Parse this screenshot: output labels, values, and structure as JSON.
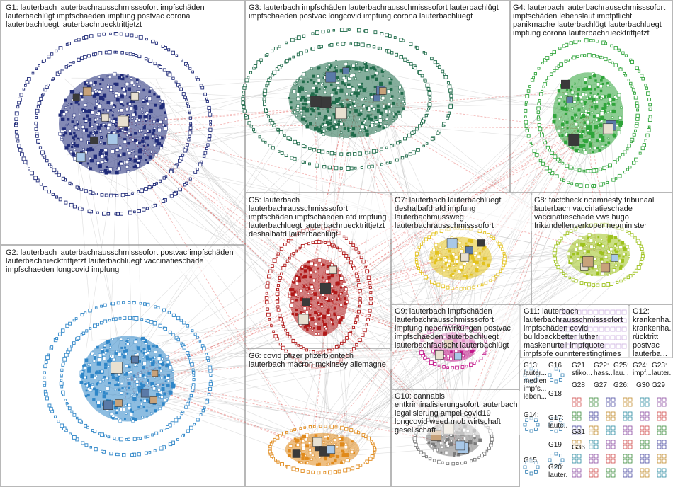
{
  "groups": [
    {
      "id": "G1",
      "label": "G1: lauterbach lauterbachrausschmisssofort impfschäden lauterbachlügt impfschaeden impfung postvac corona lauterbachluegt lauterbachruecktrittjetzt",
      "color": "#1f2a78"
    },
    {
      "id": "G2",
      "label": "G2: lauterbach lauterbachrausschmisssofort postvac impfschäden lauterbachruecktrittjetzt lauterbachluegt vaccinatieschade impfschaeden longcovid impfung",
      "color": "#2f86c8"
    },
    {
      "id": "G3",
      "label": "G3: lauterbach impfschäden lauterbachrausschmisssofort lauterbachlügt impfschaeden postvac longcovid impfung corona lauterbachluegt",
      "color": "#1f6b4a"
    },
    {
      "id": "G4",
      "label": "G4: lauterbach lauterbachrausschmisssofort impfschäden lebenslauf impfpflicht panikmache lauterbachlügt lauterbachluegt impfung corona lauterbachruecktrittjetzt",
      "color": "#2fa43a"
    },
    {
      "id": "G5",
      "label": "G5: lauterbach lauterbachrausschmisssofort impfschäden impfschaeden afd impfung lauterbachluegt lauterbachruecktrittjetzt deshalbafd lauterbachlügt",
      "color": "#b01818"
    },
    {
      "id": "G6",
      "label": "G6: covid pfizer pfizerbiontech lauterbach macron mckinsey allemagne",
      "color": "#e08a1c"
    },
    {
      "id": "G7",
      "label": "G7: lauterbach lauterbachluegt deshalbafd afd impfung lauterbachmussweg lauterbachrausschmisssofort",
      "color": "#e3c21e"
    },
    {
      "id": "G8",
      "label": "G8: factcheck noamnesty tribunaal lauterbach vaccinatieschade vaccinatieschade vws hugo frikandellenverkoper nepminister",
      "color": "#9ec21e"
    },
    {
      "id": "G9",
      "label": "G9: lauterbach impfschäden lauterbachrausschmisssofort impfung nebenwirkungen postvac impfschaeden lauterbachluegt lauterbachfaelscht lauterbachlügt",
      "color": "#c2188a"
    },
    {
      "id": "G10",
      "label": "G10: cannabis entkriminalisierungsofort lauterbach legalisierung ampel covid19 longcovid weed mob wirtschaft gesellschaft",
      "color": "#7a7a7a"
    },
    {
      "id": "G11",
      "label": "G11: lauterbach lauterbachrausschmisssofort impfschäden covid buildbackbetter luther maskenurteil impfquote impfspfe ounnterestingtimes",
      "color": "#9a5fc0"
    },
    {
      "id": "G12",
      "label": "G12: krankenha... krankenha... rücktritt postvac lauterba...",
      "color": "#5a5ab0"
    },
    {
      "id": "G13",
      "label": "G13: lauter... medien impfs... leben...",
      "color": "#444444"
    },
    {
      "id": "G14",
      "label": "G14:",
      "color": "#2a7ab0"
    },
    {
      "id": "G15",
      "label": "G15",
      "color": "#444444"
    },
    {
      "id": "G16",
      "label": "G16",
      "color": "#444444"
    },
    {
      "id": "G17",
      "label": "G17: laute...",
      "color": "#444444"
    },
    {
      "id": "G18",
      "label": "G18",
      "color": "#444444"
    },
    {
      "id": "G19",
      "label": "G19",
      "color": "#444444"
    },
    {
      "id": "G20",
      "label": "G20: lauter...",
      "color": "#444444"
    },
    {
      "id": "G21",
      "label": "G21 stiko...",
      "color": "#444444"
    },
    {
      "id": "G22",
      "label": "G22: hass...",
      "color": "#444444"
    },
    {
      "id": "G23",
      "label": "G23: lauter...",
      "color": "#444444"
    },
    {
      "id": "G24",
      "label": "G24: impf...",
      "color": "#444444"
    },
    {
      "id": "G25",
      "label": "G25: lau...",
      "color": "#444444"
    },
    {
      "id": "G26",
      "label": "G26:",
      "color": "#444444"
    },
    {
      "id": "G27",
      "label": "G27",
      "color": "#444444"
    },
    {
      "id": "G28",
      "label": "G28",
      "color": "#444444"
    },
    {
      "id": "G29",
      "label": "G29",
      "color": "#444444"
    },
    {
      "id": "G30",
      "label": "G30",
      "color": "#444444"
    },
    {
      "id": "G31",
      "label": "G31",
      "color": "#444444"
    },
    {
      "id": "G36",
      "label": "G36",
      "color": "#444444"
    }
  ],
  "colors": {
    "edge": "#9a9a9a",
    "inter_edge": "#e0403c",
    "box_border": "#b8b8b8"
  }
}
